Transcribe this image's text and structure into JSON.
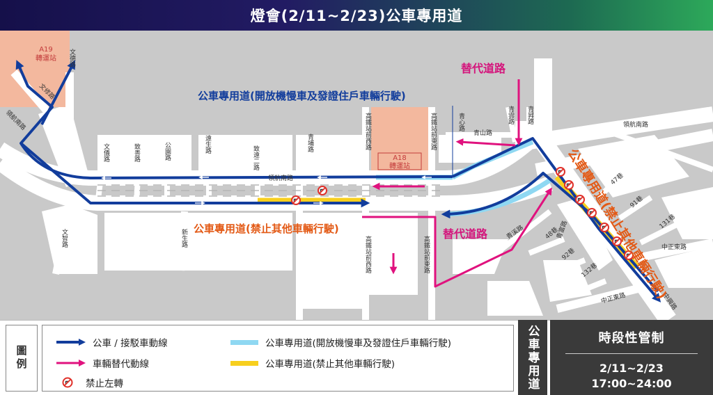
{
  "title": "燈會(2/11~2/23)公車專用道",
  "stations": {
    "a19": {
      "line1": "A19",
      "line2": "轉運站"
    },
    "a18": {
      "line1": "A18",
      "line2": "轉運站"
    }
  },
  "roads": {
    "wende": "文德路",
    "wenxiu": "文修路",
    "linghang_south_left": "領航南路",
    "linghang_south_mid": "領航南路",
    "linghang_south_right": "領航南路",
    "wenyu": "文儀路",
    "zhishan": "致善路",
    "gongyuan": "公園路",
    "xinsheng": "新生路",
    "yuanfu": "遠生路",
    "zhiyuan2": "致遠二路",
    "qingpu": "青埔路",
    "hsr_west_n": "高鐵站前西路",
    "hsr_east_n": "高鐵站前東路",
    "hsr_west_s": "高鐵站前西路",
    "hsr_east_s": "高鐵站前東路",
    "wenzhi": "文智路",
    "qingxin": "青心路",
    "qingshan": "青山路",
    "qingyun": "青雲路",
    "qingsheng": "青昇路",
    "qingxi": "青溪路",
    "qingfu": "青富路",
    "lane47": "47巷",
    "lane91": "91巷",
    "lane131": "131巷",
    "lane48": "48巷",
    "lane92": "92巷",
    "lane132": "132巷",
    "zhongzheng_e1": "中正東路",
    "zhongzheng_e2": "中正東路",
    "zhongxing": "中興路"
  },
  "annotations": {
    "alt_route_top": "替代道路",
    "alt_route_bottom": "替代道路",
    "bus_lane_open": "公車專用道(開放機慢車及發證住戶車輛行駛)",
    "bus_lane_closed": "公車專用道(禁止其他車輛行駛)",
    "bus_lane_diag": "公車專用道(禁止其他車輛行駛)"
  },
  "legend": {
    "title": "圖例",
    "bus_route": "公車 / 接駁車動線",
    "alt_route": "車輛替代動線",
    "no_left_turn": "禁止左轉",
    "lane_open": "公車專用道(開放機慢車及發證住戶車輛行駛)",
    "lane_closed": "公車專用道(禁止其他車輛行駛)"
  },
  "side_label": "公車專用道",
  "control": {
    "title": "時段性管制",
    "dates": "2/11~2/23",
    "hours": "17:00~24:00"
  },
  "colors": {
    "bus_route": "#123d9c",
    "alt_route": "#e0127e",
    "lane_open": "#8fd8f2",
    "lane_closed": "#f7cf1e",
    "no_left_turn": "#e0312a",
    "annot_blue": "#123d9c",
    "annot_orange": "#e35a16",
    "annot_pink": "#d4157c"
  }
}
